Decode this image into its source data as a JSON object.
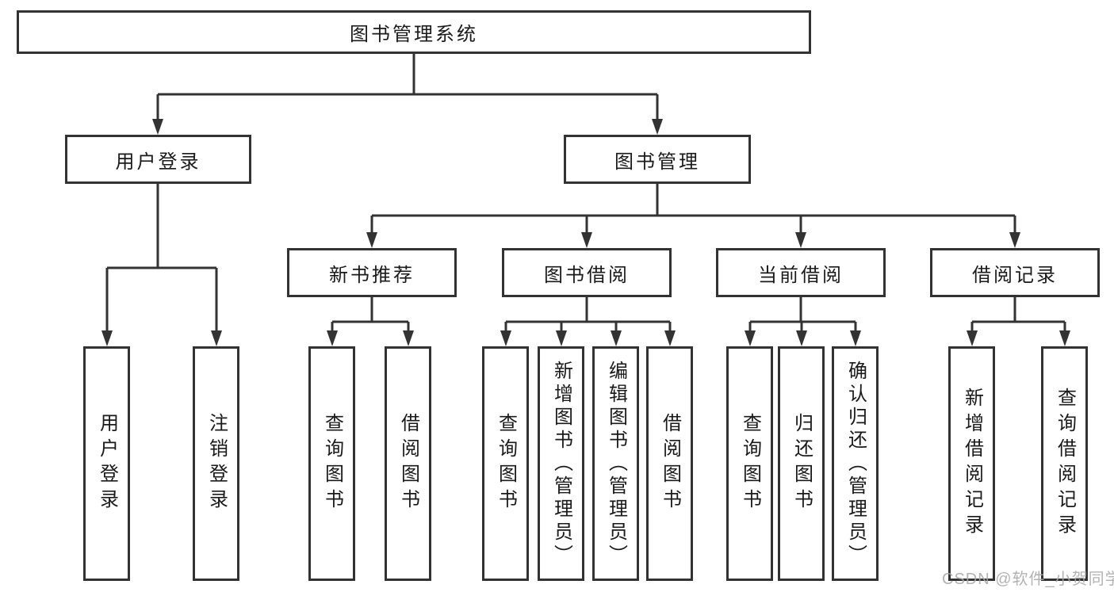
{
  "diagram": {
    "root": "图书管理系统",
    "branches": [
      {
        "label": "用户登录",
        "children": [
          "用户登录",
          "注销登录"
        ]
      },
      {
        "label": "图书管理",
        "children": [
          {
            "label": "新书推荐",
            "children": [
              "查询图书",
              "借阅图书"
            ]
          },
          {
            "label": "图书借阅",
            "children": [
              "查询图书",
              "新增图书（管理员）",
              "编辑图书（管理员）",
              "借阅图书"
            ]
          },
          {
            "label": "当前借阅",
            "children": [
              "查询图书",
              "归还图书",
              "确认归还（管理员）"
            ]
          },
          {
            "label": "借阅记录",
            "children": [
              "新增借阅记录",
              "查询借阅记录"
            ]
          }
        ]
      }
    ]
  },
  "watermark": "CSDN @软件_小贺同学",
  "colors": {
    "line": "#333333",
    "text": "#1a1a1a",
    "box-bg": "#ffffff",
    "background": "#ffffff",
    "watermark": "#a9a9a9"
  }
}
